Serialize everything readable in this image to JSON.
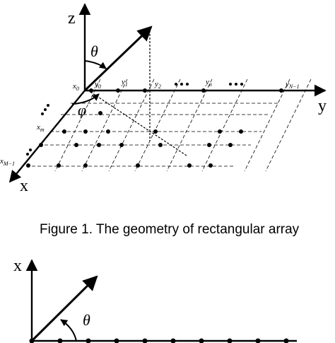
{
  "figure1": {
    "labels": {
      "z": "z",
      "y": "y",
      "x": "x",
      "theta": "θ",
      "phi": "φ",
      "x0_base": "x",
      "x0_sub": "0",
      "y0_base": "y",
      "y0_sub": "0",
      "y1_base": "y",
      "y1_sub": "1",
      "y2_base": "y",
      "y2_sub": "2",
      "yn_base": "y",
      "yn_sub": "n",
      "yN_base": "y",
      "yN_sub": "N−1",
      "xm_base": "x",
      "xm_sub": "m",
      "xM_base": "x",
      "xM_sub": "M−1"
    },
    "caption": "Figure 1. The geometry of rectangular array"
  },
  "figure2": {
    "labels": {
      "x": "x",
      "theta": "θ"
    }
  }
}
